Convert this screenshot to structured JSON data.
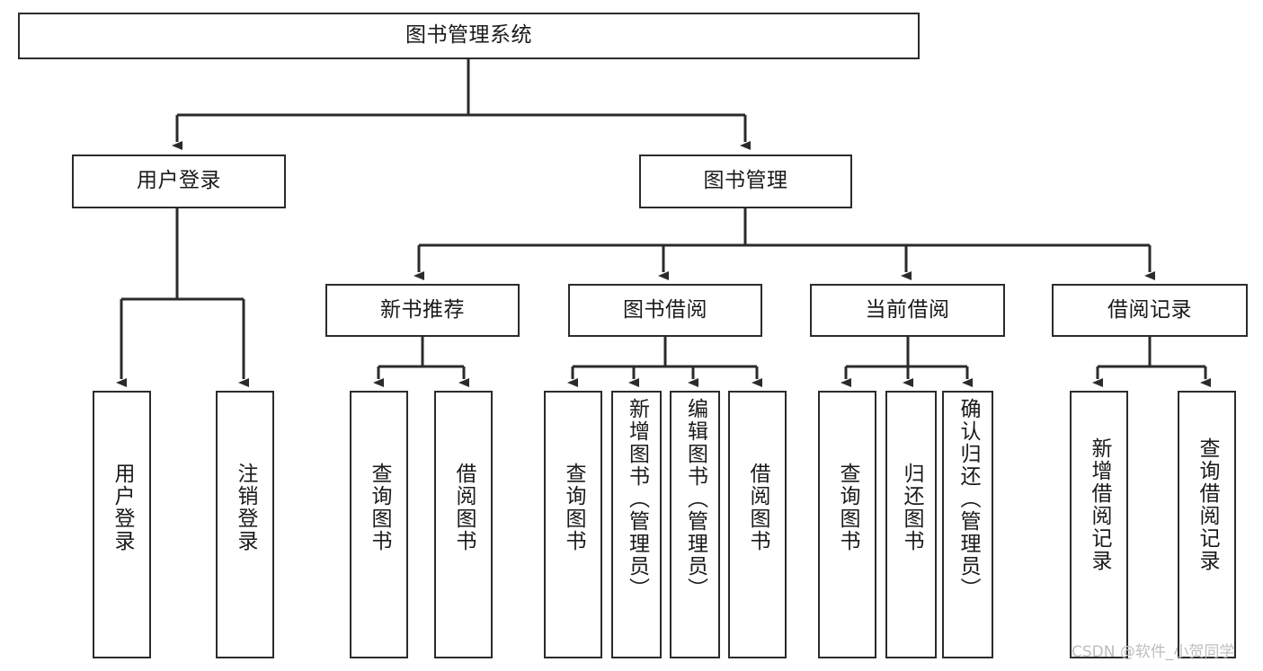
{
  "diagram": {
    "title": "图书管理系统",
    "watermark": "CSDN @软件_小贺同学",
    "colors": {
      "stroke": "#2b2b2b",
      "fill": "#ffffff",
      "text": "#1a1a1a",
      "watermark": "#bdbdbd"
    },
    "nodes": {
      "root": {
        "label": "图书管理系统"
      },
      "level2": [
        {
          "label": "用户登录"
        },
        {
          "label": "图书管理"
        }
      ],
      "level3": [
        {
          "label": "新书推荐"
        },
        {
          "label": "图书借阅"
        },
        {
          "label": "当前借阅"
        },
        {
          "label": "借阅记录"
        }
      ],
      "leaves": {
        "user_login": [
          {
            "label": "用户登录"
          },
          {
            "label": "注销登录"
          }
        ],
        "new_book_recommend": [
          {
            "label": "查询图书"
          },
          {
            "label": "借阅图书"
          }
        ],
        "book_borrow": [
          {
            "label": "查询图书"
          },
          {
            "label": "新增图书（管理员）"
          },
          {
            "label": "编辑图书（管理员）"
          },
          {
            "label": "借阅图书"
          }
        ],
        "current_borrow": [
          {
            "label": "查询图书"
          },
          {
            "label": "归还图书"
          },
          {
            "label": "确认归还（管理员）"
          }
        ],
        "borrow_record": [
          {
            "label": "新增借阅记录"
          },
          {
            "label": "查询借阅记录"
          }
        ]
      }
    }
  }
}
